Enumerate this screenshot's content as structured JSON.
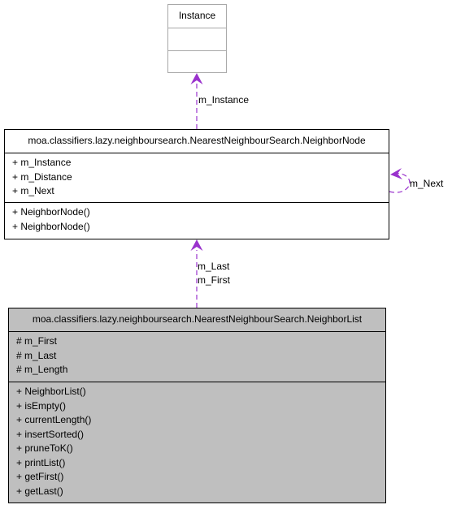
{
  "colors": {
    "edge": "#9a32cd",
    "highlight_fill": "#bfbfbf",
    "external_border": "#a8a8a8"
  },
  "classes": {
    "instance": {
      "name": "Instance",
      "attributes": [],
      "methods": []
    },
    "neighbor_node": {
      "name": "moa.classifiers.lazy.neighboursearch.NearestNeighbourSearch.NeighborNode",
      "attributes": [
        "+ m_Instance",
        "+ m_Distance",
        "+ m_Next"
      ],
      "methods": [
        "+ NeighborNode()",
        "+ NeighborNode()"
      ]
    },
    "neighbor_list": {
      "name": "moa.classifiers.lazy.neighboursearch.NearestNeighbourSearch.NeighborList",
      "attributes": [
        "# m_First",
        "# m_Last",
        "# m_Length"
      ],
      "methods": [
        "+ NeighborList()",
        "+ isEmpty()",
        "+ currentLength()",
        "+ insertSorted()",
        "+ pruneToK()",
        "+ printList()",
        "+ getFirst()",
        "+ getLast()"
      ]
    }
  },
  "edges": {
    "instance_edge": "m_Instance",
    "next_edge": "m_Next",
    "last_edge": "m_Last",
    "first_edge": "m_First"
  }
}
